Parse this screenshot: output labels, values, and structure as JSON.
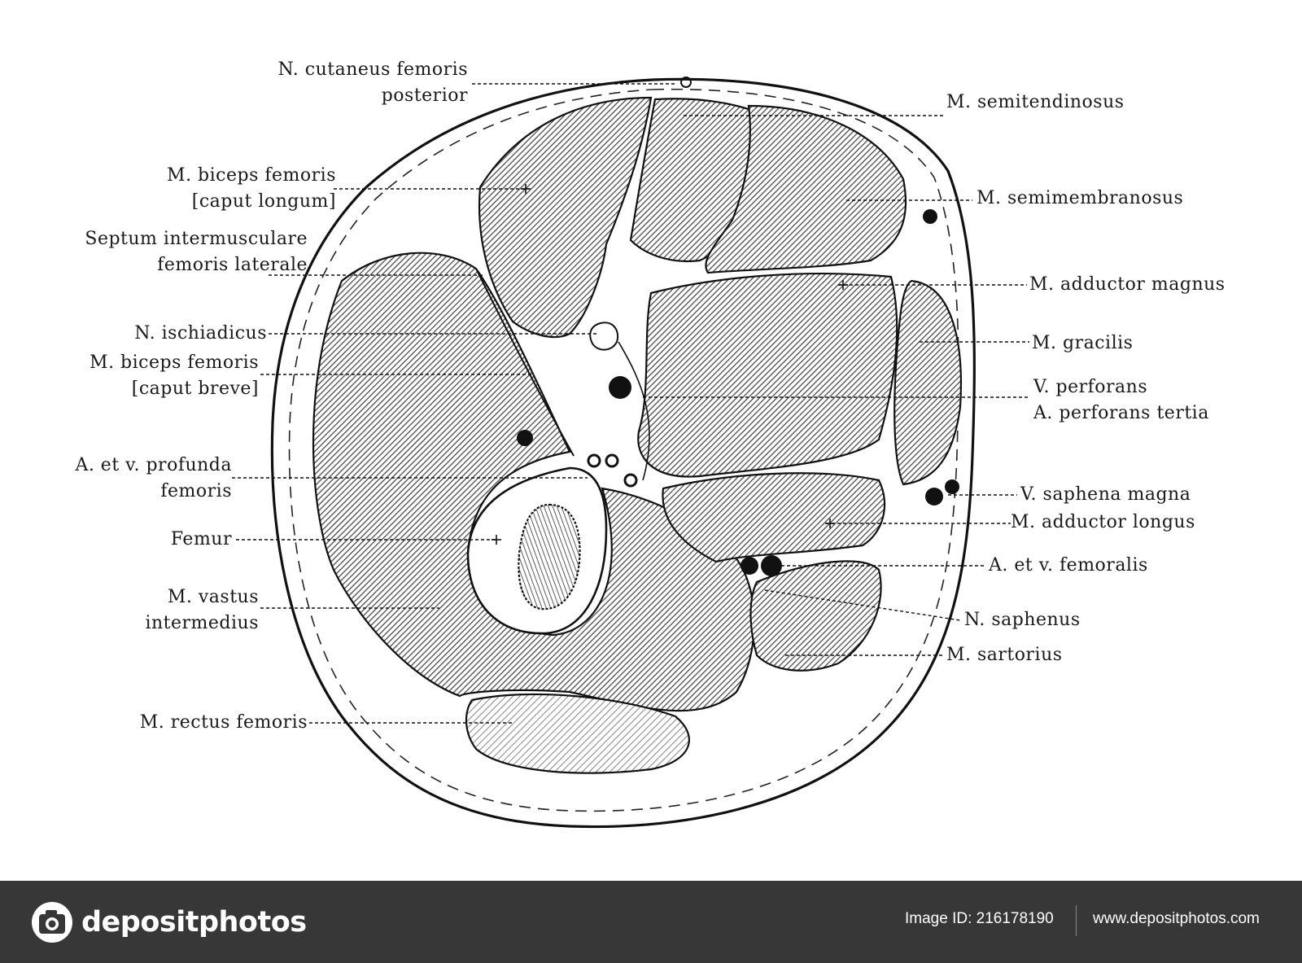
{
  "labels_left": [
    {
      "id": "n-cutaneus-femoris-posterior",
      "text": "N. cutaneus femoris\nposterior"
    },
    {
      "id": "m-biceps-femoris-caput-longum",
      "text": "M. biceps femoris\n[caput longum]"
    },
    {
      "id": "septum-intermusculare",
      "text": "Septum intermusculare\nfemoris laterale"
    },
    {
      "id": "n-ischiadicus",
      "text": "N. ischiadicus"
    },
    {
      "id": "m-biceps-femoris-caput-breve",
      "text": "M. biceps femoris\n[caput breve]"
    },
    {
      "id": "a-et-v-profunda-femoris",
      "text": "A. et v. profunda\nfemoris"
    },
    {
      "id": "femur",
      "text": "Femur"
    },
    {
      "id": "m-vastus-intermedius",
      "text": "M. vastus\nintermedius"
    },
    {
      "id": "m-rectus-femoris",
      "text": "M. rectus femoris"
    }
  ],
  "labels_right": [
    {
      "id": "m-semitendinosus",
      "text": "M. semitendinosus"
    },
    {
      "id": "m-semimembranosus",
      "text": "M. semimembranosus"
    },
    {
      "id": "m-adductor-magnus",
      "text": "M. adductor magnus"
    },
    {
      "id": "m-gracilis",
      "text": "M. gracilis"
    },
    {
      "id": "v-perforans",
      "text": "V. perforans\nA. perforans tertia"
    },
    {
      "id": "v-saphena-magna",
      "text": "V. saphena magna"
    },
    {
      "id": "m-adductor-longus",
      "text": "M. adductor longus"
    },
    {
      "id": "a-et-v-femoralis",
      "text": "A. et v. femoralis"
    },
    {
      "id": "n-saphenus",
      "text": "N. saphenus"
    },
    {
      "id": "m-sartorius",
      "text": "M. sartorius"
    }
  ],
  "footer": {
    "brand": "depositphotos",
    "image_id": "Image ID: 216178190",
    "site": "www.depositphotos.com",
    "background": "#373737"
  },
  "colors": {
    "ink": "#1a1a1a",
    "hatch": "#555555",
    "paper": "#ffffff"
  }
}
